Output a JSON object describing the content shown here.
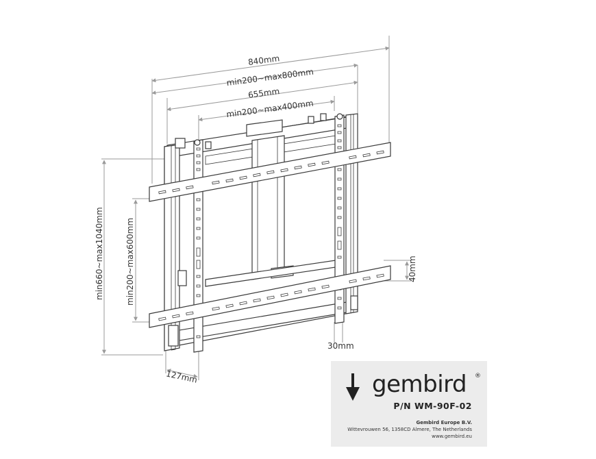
{
  "dimensions": {
    "outer_width": "840mm",
    "outer_vesa_range": "min200~max800mm",
    "inner_width": "655mm",
    "inner_vesa_range": "min200~max400mm",
    "overall_height_range": "min660~max1040mm",
    "vertical_vesa_range": "min200~max600mm",
    "depth": "127mm",
    "rail_height": "40mm",
    "rail_thickness": "30mm"
  },
  "label": {
    "brand": "gembird",
    "registered_mark": "®",
    "part_number": "P/N WM-90F-02",
    "company": "Gembird Europe B.V.",
    "address": "Wittevrouwen 56, 1358CD Almere, The Netherlands",
    "website": "www.gembird.eu"
  },
  "colors": {
    "line": "#3a3a3a",
    "dimension_line": "#9a9a9a",
    "label_background": "#ececec"
  },
  "icons": {
    "brand_logo": "downward-arrow-icon"
  }
}
